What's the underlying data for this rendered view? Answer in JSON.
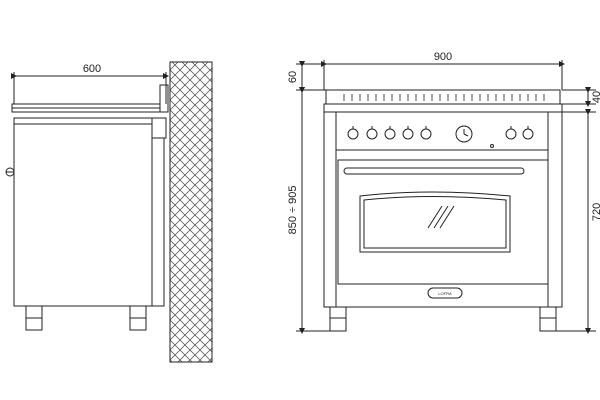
{
  "side_view": {
    "depth_label": "600"
  },
  "front_view": {
    "width_label": "900",
    "top_offset_label": "60",
    "worktop_label": "40",
    "height_label": "850 ÷ 905",
    "oven_height_label": "720",
    "brand_badge": "LOFRA"
  },
  "colors": {
    "line": "#222222",
    "background": "#ffffff"
  }
}
